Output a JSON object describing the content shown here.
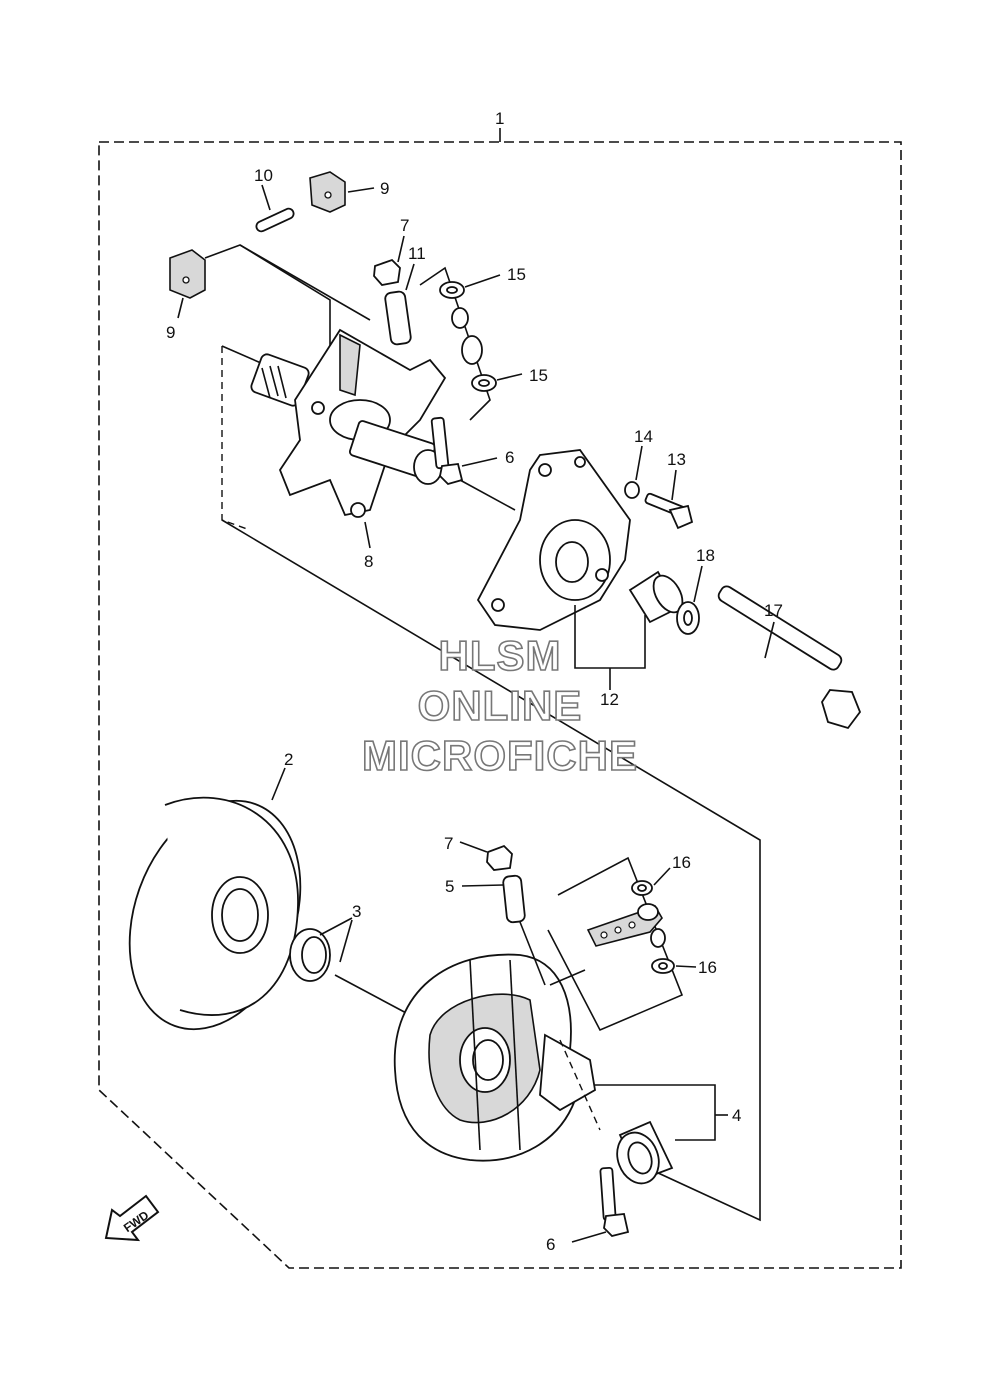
{
  "labels": {
    "l1": "1",
    "l2": "2",
    "l3": "3",
    "l4": "4",
    "l5": "5",
    "l6a": "6",
    "l6b": "6",
    "l7a": "7",
    "l7b": "7",
    "l8": "8",
    "l9a": "9",
    "l9b": "9",
    "l10": "10",
    "l11": "11",
    "l12": "12",
    "l13": "13",
    "l14": "14",
    "l15a": "15",
    "l15b": "15",
    "l16a": "16",
    "l16b": "16",
    "l17": "17",
    "l18": "18"
  },
  "fwd_label": "FWD",
  "watermark": {
    "line1": "HLSM",
    "line2": "ONLINE",
    "line3": "MICROFICHE"
  }
}
